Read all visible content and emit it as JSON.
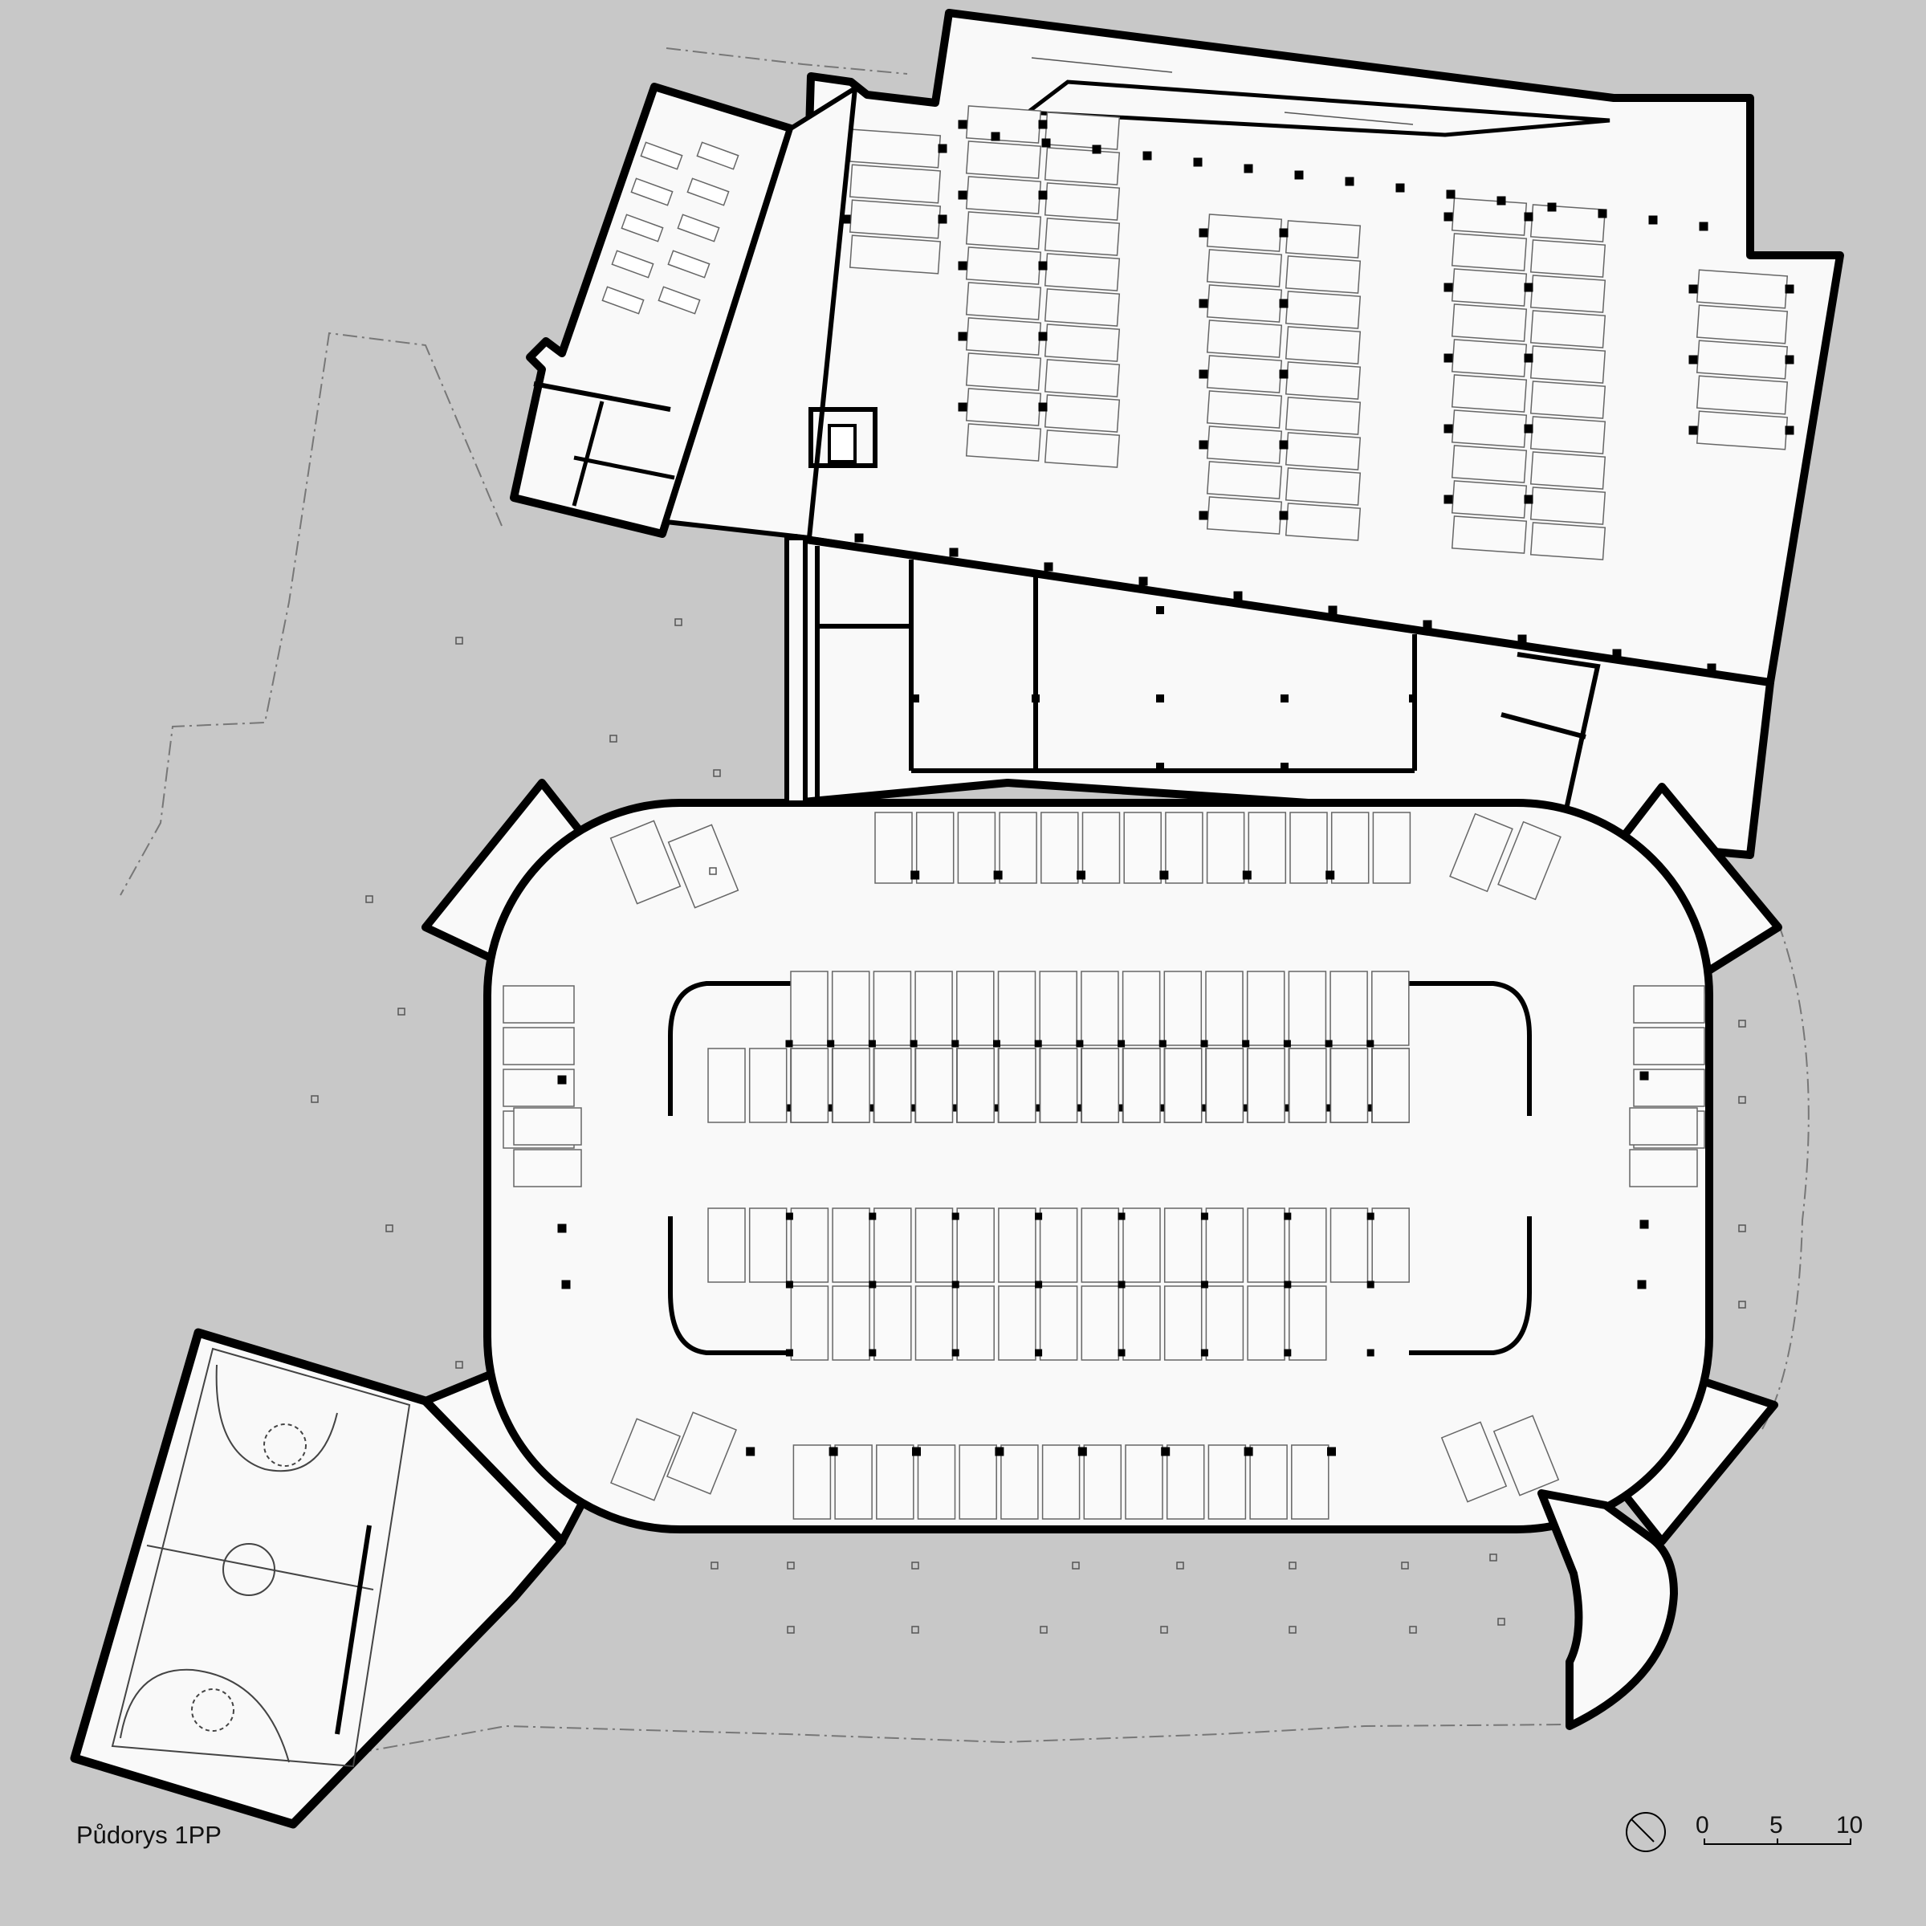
{
  "drawing": {
    "title": "Půdorys 1PP",
    "scale_ticks": [
      "0",
      "5",
      "10"
    ],
    "icons": [
      "north-arrow-icon",
      "basketball-court-icon"
    ],
    "colors": {
      "background": "#c8c8c8",
      "floor": "#f9f9f9",
      "wall": "#000000",
      "line": "#555555"
    }
  }
}
